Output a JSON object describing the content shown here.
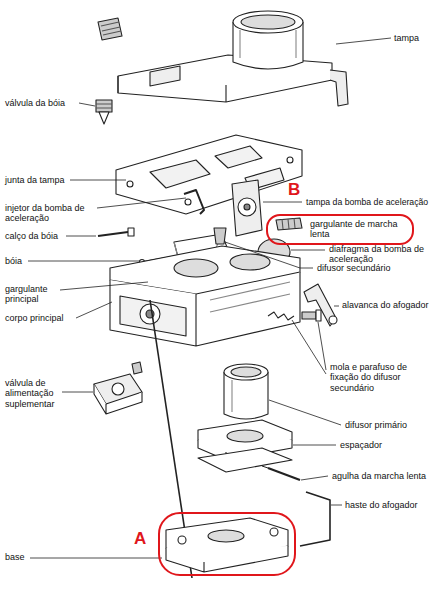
{
  "diagram": {
    "nodes": [
      {
        "text": [
          "B",
          "gargulante de marcha lenta"
        ]
      },
      {
        "text": [
          "A"
        ]
      }
    ],
    "labels": [
      "tampa",
      "válvula da bóia",
      "junta da tampa",
      "injetor da bomba de aceleração",
      "calço da bóia",
      "bóia",
      "gargulante principal",
      "corpo principal",
      "válvula de alimentação suplementar",
      "tampa da bomba de aceleração",
      "diafragma da bomba de aceleração",
      "difusor secundário",
      "alavanca do afogador",
      "mola e parafuso de fixação do difusor secundário",
      "difusor primário",
      "espaçador",
      "agulha da marcha lenta",
      "haste do afogador",
      "base"
    ]
  }
}
